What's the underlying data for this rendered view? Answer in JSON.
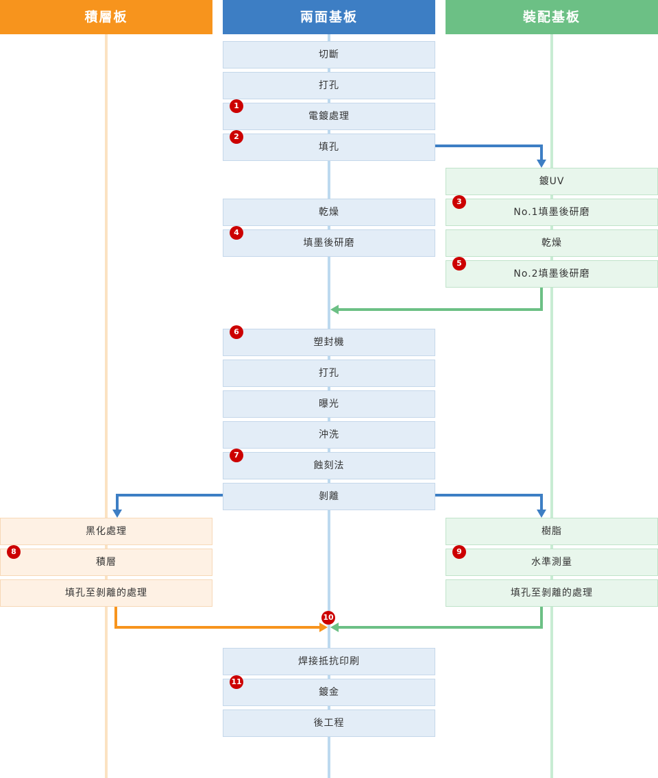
{
  "colors": {
    "orange": "#f7941d",
    "blue": "#3d7ec4",
    "green": "#6cc085",
    "badge": "#cc0000"
  },
  "columns": {
    "laminate": "積層板",
    "double": "兩面基板",
    "assembly": "裝配基板"
  },
  "steps": [
    {
      "label": "切斷"
    },
    {
      "label": "打孔"
    },
    {
      "label": "電鍍處理",
      "badge": "1"
    },
    {
      "label": "填孔",
      "badge": "2"
    },
    {
      "label": "鍍UV"
    },
    {
      "label": "No.1填墨後研磨",
      "badge": "3"
    },
    {
      "label": "乾燥"
    },
    {
      "label": "No.2填墨後研磨",
      "badge": "5"
    },
    {
      "label": "乾燥"
    },
    {
      "label": "填墨後研磨",
      "badge": "4"
    },
    {
      "label": "塑封機",
      "badge": "6"
    },
    {
      "label": "打孔"
    },
    {
      "label": "曝光"
    },
    {
      "label": "沖洗"
    },
    {
      "label": "蝕刻法",
      "badge": "7"
    },
    {
      "label": "剝離"
    },
    {
      "label": "黑化處理"
    },
    {
      "label": "積層",
      "badge": "8"
    },
    {
      "label": "填孔至剝離的處理"
    },
    {
      "label": "樹脂"
    },
    {
      "label": "水準測量",
      "badge": "9"
    },
    {
      "label": "填孔至剝離的處理"
    },
    {
      "label": "焊接抵抗印刷"
    },
    {
      "label": "鍍金",
      "badge": "11"
    },
    {
      "label": "後工程"
    }
  ],
  "merge_badge": "10"
}
